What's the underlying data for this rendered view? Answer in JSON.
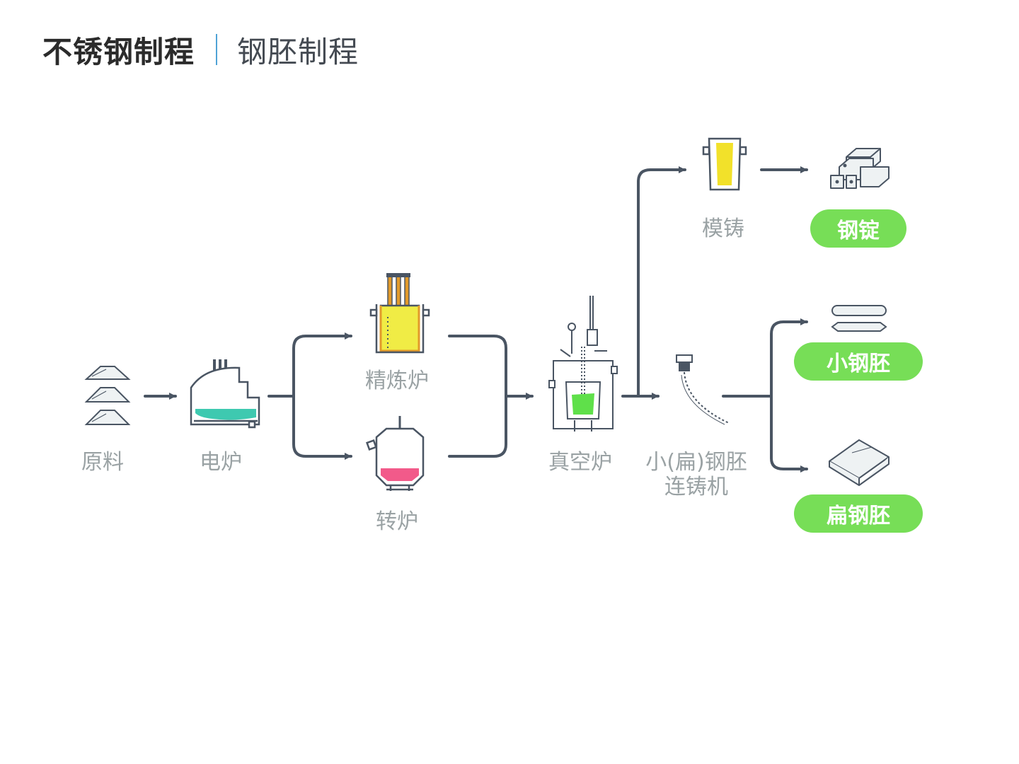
{
  "header": {
    "title": "不锈钢制程",
    "subtitle": "钢胚制程"
  },
  "labels": {
    "raw": "原料",
    "electric_furnace": "电炉",
    "refining_furnace": "精炼炉",
    "converter": "转炉",
    "vacuum_furnace": "真空炉",
    "continuous_caster_line1": "小(扁)钢胚",
    "continuous_caster_line2": "连铸机",
    "mold_casting": "模铸"
  },
  "products": {
    "ingot": "钢锭",
    "small_billet": "小钢胚",
    "slab": "扁钢胚"
  },
  "colors": {
    "line": "#4a5563",
    "product_green": "#77de57",
    "electric_liquid": "#3ec9b0",
    "refining_liquid": "#f0ec45",
    "converter_liquid": "#f25a8a",
    "vacuum_liquid": "#5fe04a",
    "mold_liquid": "#f2e12a",
    "title_divider": "#4fa3d6"
  }
}
